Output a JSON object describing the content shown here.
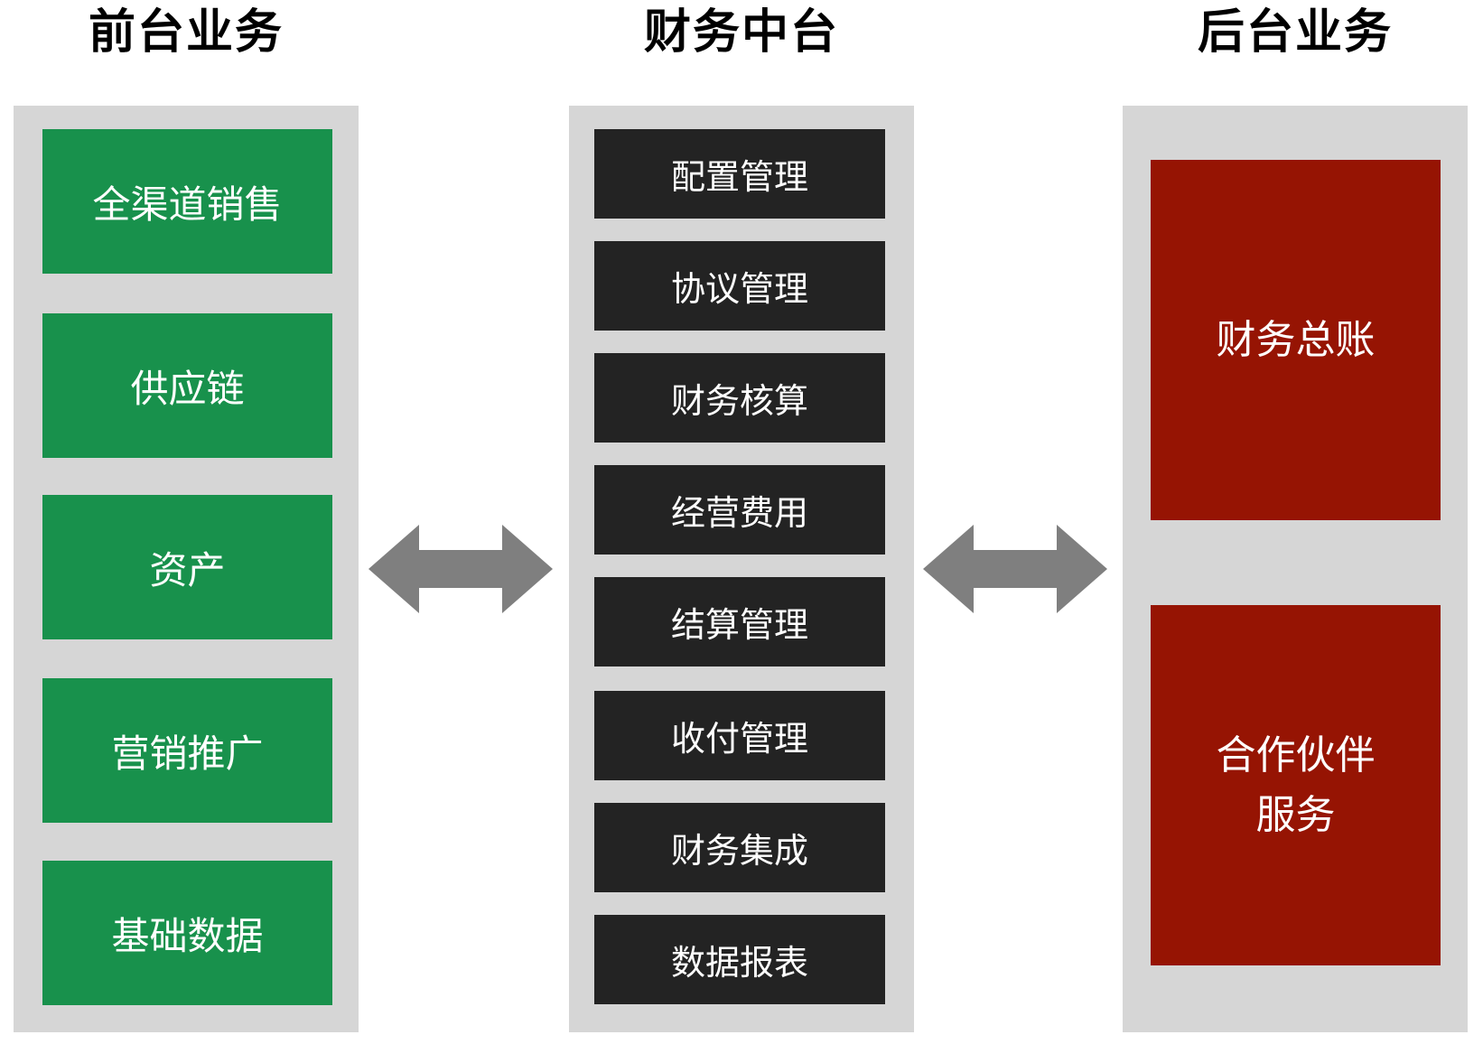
{
  "columns": [
    {
      "title": "前台业务",
      "items": [
        "全渠道销售",
        "供应链",
        "资产",
        "营销推广",
        "基础数据"
      ]
    },
    {
      "title": "财务中台",
      "items": [
        "配置管理",
        "协议管理",
        "财务核算",
        "经营费用",
        "结算管理",
        "收付管理",
        "财务集成",
        "数据报表"
      ]
    },
    {
      "title": "后台业务",
      "items": [
        "财务总账",
        "合作伙伴服务"
      ]
    }
  ],
  "colors": {
    "front_box": "#18914C",
    "middle_box": "#232323",
    "back_box": "#961403",
    "panel_background": "#D6D6D6",
    "arrow": "#7F7F7F",
    "box_text": "#FFFFFF",
    "title_text": "#000000"
  }
}
